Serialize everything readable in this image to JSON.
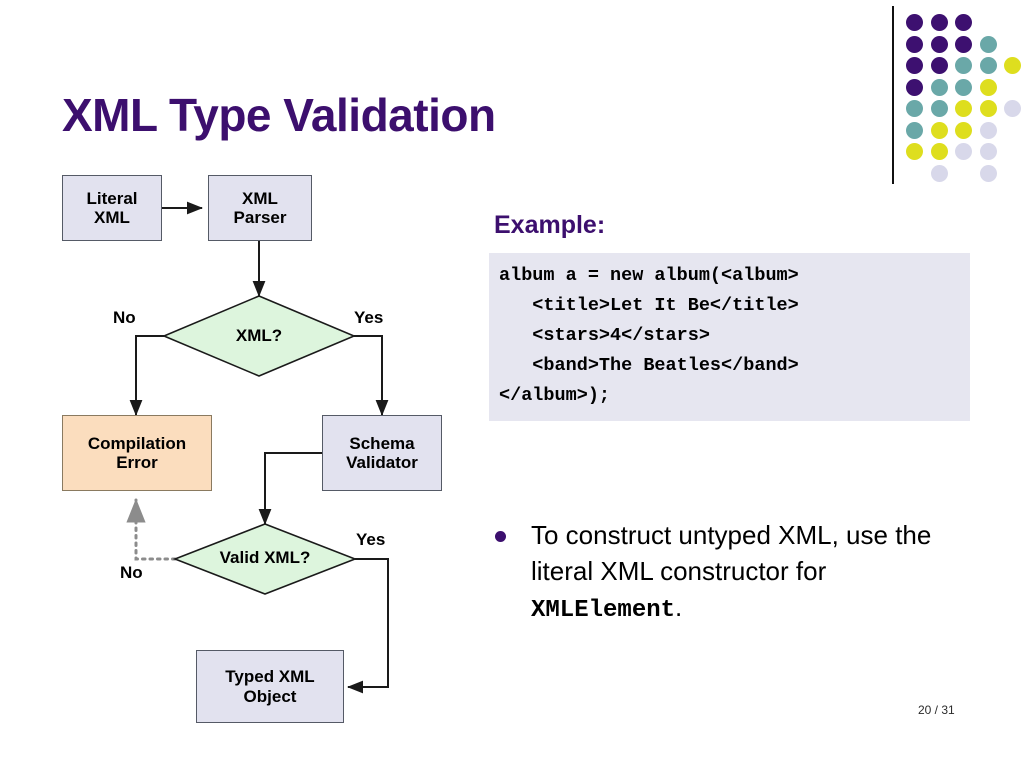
{
  "slide": {
    "title": "XML Type Validation",
    "page_number": "20 / 31"
  },
  "logo": {
    "name": "dot-grid-logo",
    "colors": {
      "purple": "#3d1070",
      "teal": "#6aa8a8",
      "yellow": "#dede1e",
      "lavender": "#d8d8ea"
    },
    "dots": [
      {
        "col": 0,
        "row": 0,
        "color": "#3d1070"
      },
      {
        "col": 1,
        "row": 0,
        "color": "#3d1070"
      },
      {
        "col": 2,
        "row": 0,
        "color": "#3d1070"
      },
      {
        "col": 0,
        "row": 1,
        "color": "#3d1070"
      },
      {
        "col": 1,
        "row": 1,
        "color": "#3d1070"
      },
      {
        "col": 2,
        "row": 1,
        "color": "#3d1070"
      },
      {
        "col": 3,
        "row": 1,
        "color": "#6aa8a8"
      },
      {
        "col": 0,
        "row": 2,
        "color": "#3d1070"
      },
      {
        "col": 1,
        "row": 2,
        "color": "#3d1070"
      },
      {
        "col": 2,
        "row": 2,
        "color": "#6aa8a8"
      },
      {
        "col": 3,
        "row": 2,
        "color": "#6aa8a8"
      },
      {
        "col": 4,
        "row": 2,
        "color": "#dede1e"
      },
      {
        "col": 0,
        "row": 3,
        "color": "#3d1070"
      },
      {
        "col": 1,
        "row": 3,
        "color": "#6aa8a8"
      },
      {
        "col": 2,
        "row": 3,
        "color": "#6aa8a8"
      },
      {
        "col": 3,
        "row": 3,
        "color": "#dede1e"
      },
      {
        "col": 0,
        "row": 4,
        "color": "#6aa8a8"
      },
      {
        "col": 1,
        "row": 4,
        "color": "#6aa8a8"
      },
      {
        "col": 2,
        "row": 4,
        "color": "#dede1e"
      },
      {
        "col": 3,
        "row": 4,
        "color": "#dede1e"
      },
      {
        "col": 4,
        "row": 4,
        "color": "#d8d8ea"
      },
      {
        "col": 0,
        "row": 5,
        "color": "#6aa8a8"
      },
      {
        "col": 1,
        "row": 5,
        "color": "#dede1e"
      },
      {
        "col": 2,
        "row": 5,
        "color": "#dede1e"
      },
      {
        "col": 3,
        "row": 5,
        "color": "#d8d8ea"
      },
      {
        "col": 0,
        "row": 6,
        "color": "#dede1e"
      },
      {
        "col": 1,
        "row": 6,
        "color": "#dede1e"
      },
      {
        "col": 2,
        "row": 6,
        "color": "#d8d8ea"
      },
      {
        "col": 3,
        "row": 6,
        "color": "#d8d8ea"
      },
      {
        "col": 1,
        "row": 7,
        "color": "#d8d8ea"
      },
      {
        "col": 3,
        "row": 7,
        "color": "#d8d8ea"
      }
    ]
  },
  "flowchart": {
    "nodes": {
      "literal_xml": "Literal\nXML",
      "xml_parser": "XML\nParser",
      "xml_decision": "XML?",
      "compilation_error": "Compilation\nError",
      "schema_validator": "Schema\nValidator",
      "valid_xml_decision": "Valid XML?",
      "typed_xml_object": "Typed XML\nObject"
    },
    "edge_labels": {
      "xml_no": "No",
      "xml_yes": "Yes",
      "valid_no": "No",
      "valid_yes": "Yes"
    },
    "colors": {
      "box_fill": "#e2e2ef",
      "error_fill": "#fbddbe",
      "diamond_fill": "#ddf5dd",
      "stroke": "#1a1a1a"
    }
  },
  "example": {
    "heading": "Example:",
    "code": "album a = new album(<album>\n   <title>Let It Be</title>\n   <stars>4</stars>\n   <band>The Beatles</band>\n</album>);"
  },
  "bullet": {
    "text_before": "To construct untyped XML, use the literal XML constructor for ",
    "mono_term": "XMLElement",
    "text_after": "."
  }
}
